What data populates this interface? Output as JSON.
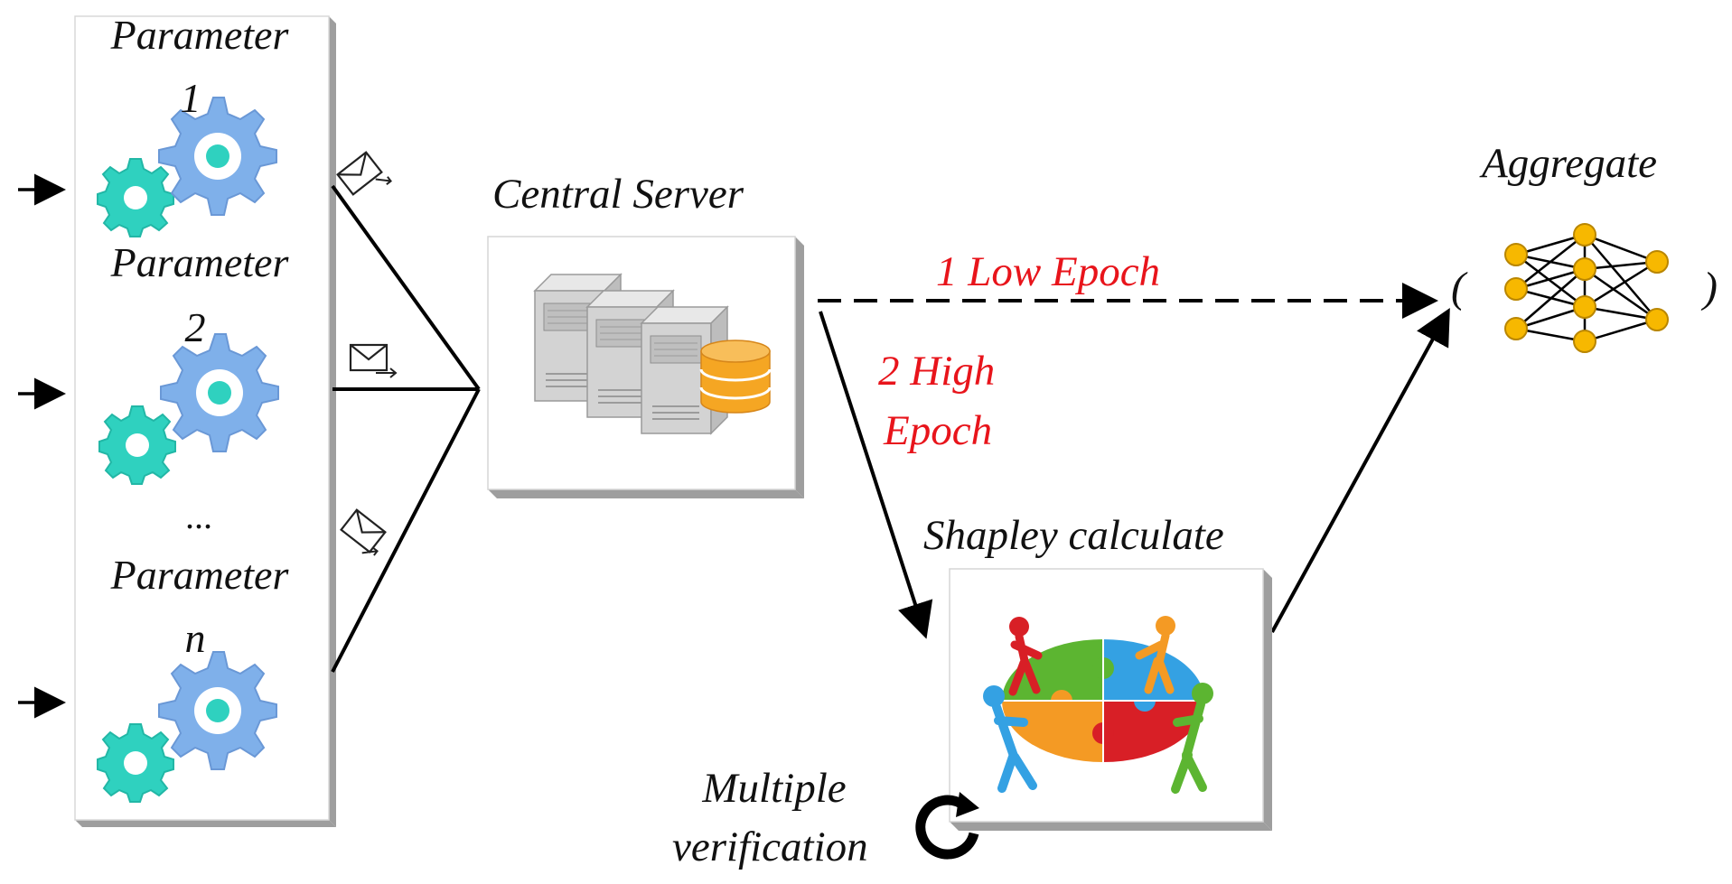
{
  "params": [
    {
      "label": "Parameter",
      "index": "1"
    },
    {
      "label": "Parameter",
      "index": "2"
    },
    {
      "label": "Parameter",
      "index": "n"
    }
  ],
  "ellipsis": "...",
  "server": {
    "title": "Central Server"
  },
  "paths": {
    "low": "1 Low Epoch",
    "high_line1": "2 High",
    "high_line2": "Epoch"
  },
  "shapley": {
    "title": "Shapley calculate"
  },
  "verification": {
    "line1": "Multiple",
    "line2": "verification"
  },
  "aggregate": {
    "title": "Aggregate",
    "open_paren": "(",
    "close_paren": ")"
  },
  "colors": {
    "gear_blue": "#7fb0ea",
    "gear_teal": "#2fd1bf",
    "epoch_text": "#e8141b",
    "node": "#f7b800",
    "db": "#f5a623",
    "puzzle_green": "#5cb531",
    "puzzle_blue": "#34a1e3",
    "puzzle_red": "#d81f26",
    "puzzle_orange": "#f49a24"
  },
  "icons": [
    "gear-icon",
    "envelope-icon",
    "server-icon",
    "database-icon",
    "puzzle-team-icon",
    "refresh-icon",
    "neural-network-icon",
    "arrow-icon"
  ]
}
